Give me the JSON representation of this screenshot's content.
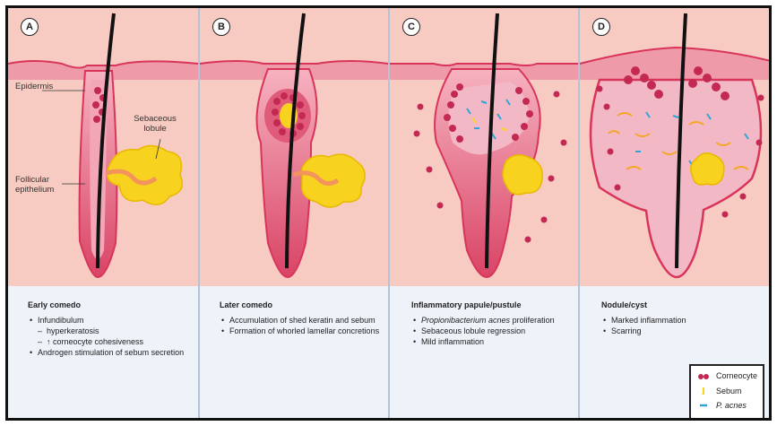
{
  "panels": [
    {
      "letter": "A",
      "title": "Early comedo",
      "bullets": [
        "Infundibulum",
        "hyperkeratosis",
        "↑ corneocyte cohesiveness",
        "Androgen stimulation of sebum secretion"
      ]
    },
    {
      "letter": "B",
      "title": "Later comedo",
      "bullets": [
        "Accumulation of shed keratin and sebum",
        "Formation of whorled lamellar concretions"
      ]
    },
    {
      "letter": "C",
      "title": "Inflammatory papule/pustule",
      "bullets_italic": "Propionibacterium acnes",
      "bullets": [
        " proliferation",
        "Sebaceous lobule regression",
        "Mild inflammation"
      ]
    },
    {
      "letter": "D",
      "title": "Nodule/cyst",
      "bullets": [
        "Marked inflammation",
        "Scarring"
      ]
    }
  ],
  "labels": {
    "epidermis": "Epidermis",
    "sebaceous_lobule": "Sebaceous lobule",
    "follicular_epithelium": "Follicular epithelium"
  },
  "legend": {
    "corneocyte": "Corneocyte",
    "sebum": "Sebum",
    "p_acnes": "P. acnes"
  },
  "colors": {
    "dermis": "#f8cdc3",
    "epidermis": "#ef9aa9",
    "follicle": "#d9345a",
    "sebum": "#f7d21f",
    "corneocyte": "#c42954",
    "p_acnes": "#2fa4d8",
    "caption_bg": "#eef2f9"
  }
}
